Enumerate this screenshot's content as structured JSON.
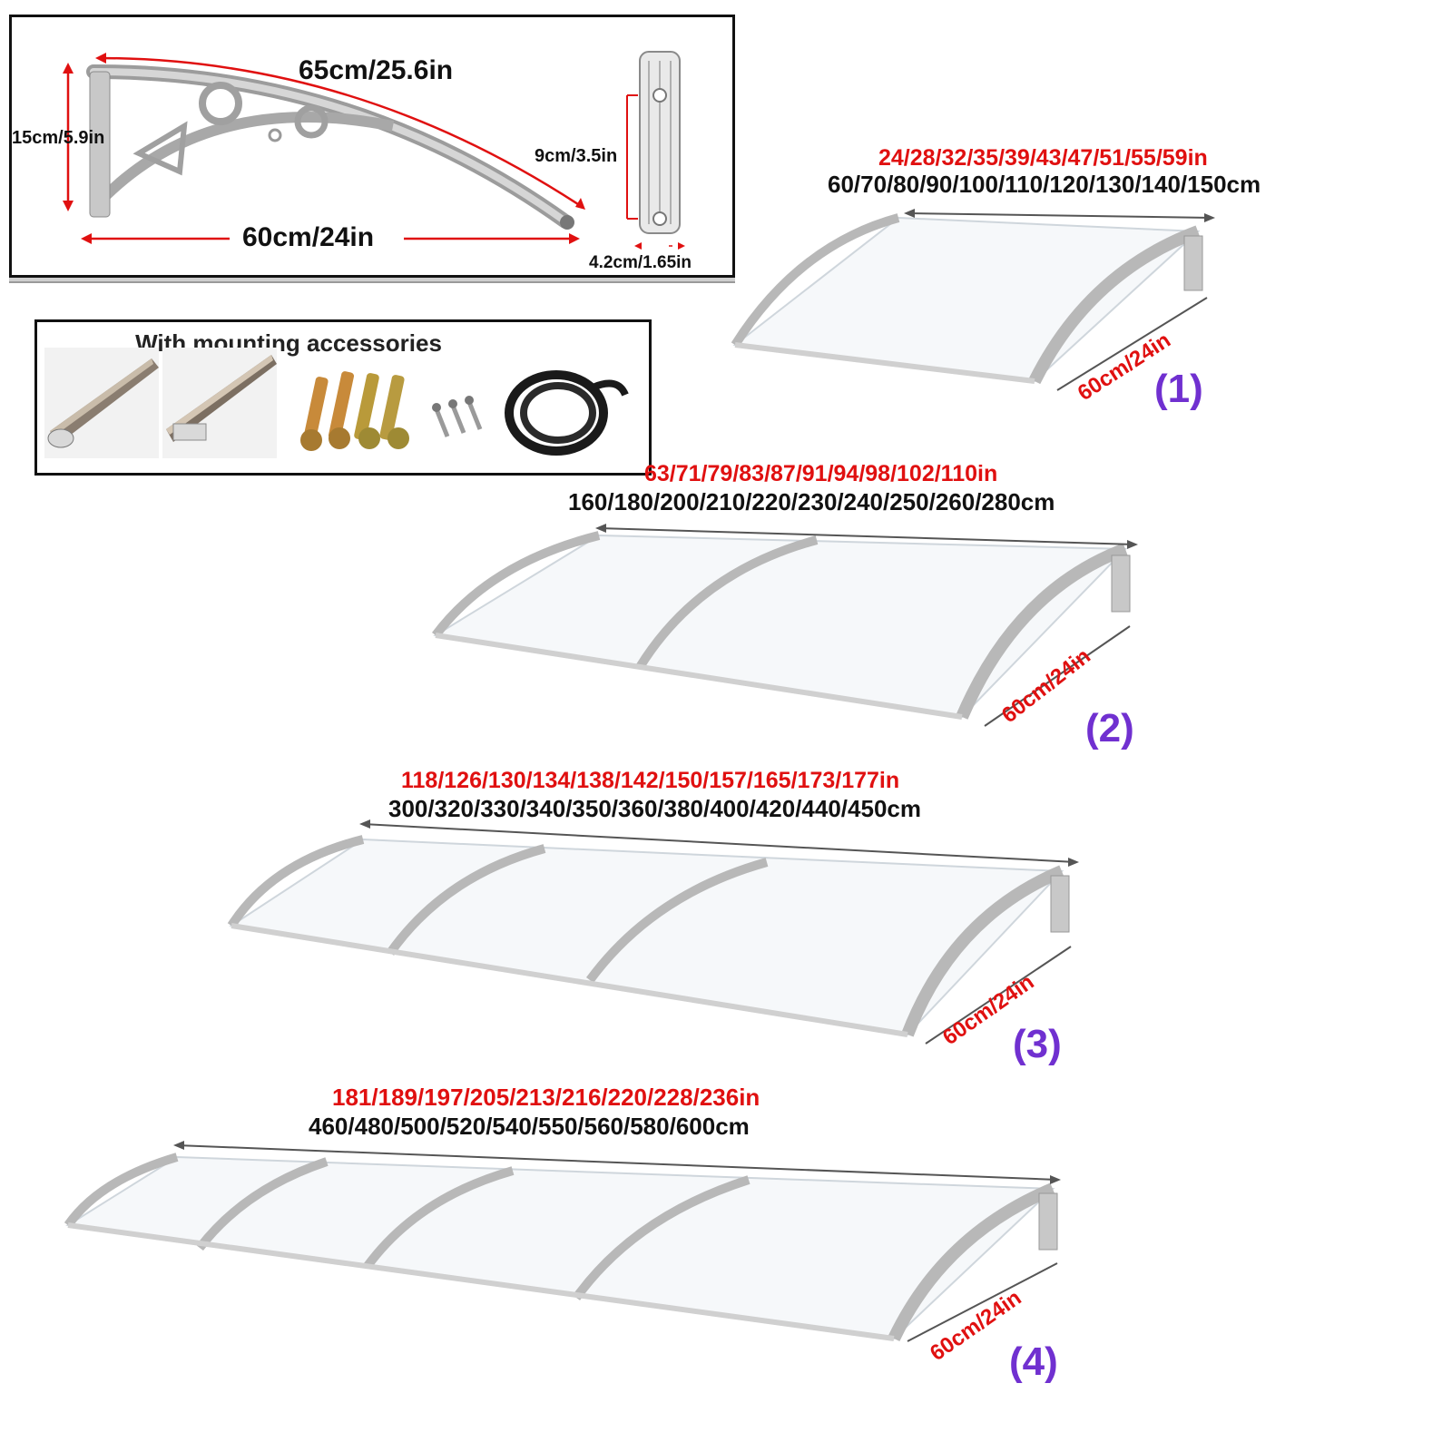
{
  "bracket_dimensions": {
    "length": "65cm/25.6in",
    "height": "15cm/5.9in",
    "depth": "60cm/24in",
    "plate_height": "9cm/3.5in",
    "plate_width": "4.2cm/1.65in"
  },
  "accessories": {
    "title": "With mounting accessories"
  },
  "canopies": [
    {
      "label": "(1)",
      "inches": "24/28/32/35/39/43/47/51/55/59in",
      "cm": "60/70/80/90/100/110/120/130/140/150cm",
      "depth": "60cm/24in"
    },
    {
      "label": "(2)",
      "inches": "63/71/79/83/87/91/94/98/102/110in",
      "cm": "160/180/200/210/220/230/240/250/260/280cm",
      "depth": "60cm/24in"
    },
    {
      "label": "(3)",
      "inches": "118/126/130/134/138/142/150/157/165/173/177in",
      "cm": "300/320/330/340/350/360/380/400/420/440/450cm",
      "depth": "60cm/24in"
    },
    {
      "label": "(4)",
      "inches": "181/189/197/205/213/216/220/228/236in",
      "cm": "460/480/500/520/540/550/560/580/600cm",
      "depth": "60cm/24in"
    }
  ],
  "colors": {
    "dimension_red": "#e01010",
    "label_purple": "#7030d0",
    "frame_gray": "#b8b8b8"
  }
}
